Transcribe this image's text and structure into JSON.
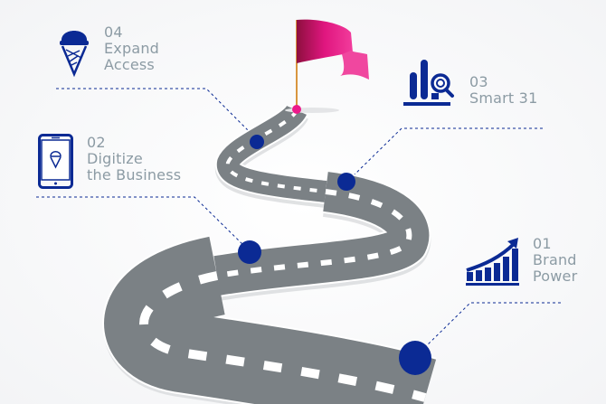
{
  "milestones": [
    {
      "number": "01",
      "line1": "Brand",
      "line2": "Power",
      "icon": "growth-chart-icon"
    },
    {
      "number": "02",
      "line1": "Digitize",
      "line2": "the Business",
      "icon": "smartphone-icon"
    },
    {
      "number": "03",
      "line1": "Smart 31",
      "line2": "",
      "icon": "analytics-search-icon"
    },
    {
      "number": "04",
      "line1": "Expand",
      "line2": "Access",
      "icon": "ice-cream-icon"
    }
  ],
  "colors": {
    "accent": "#0b2a94",
    "flag": "#e0167f",
    "road": "#7b8185",
    "text": "#8c9ba4"
  }
}
